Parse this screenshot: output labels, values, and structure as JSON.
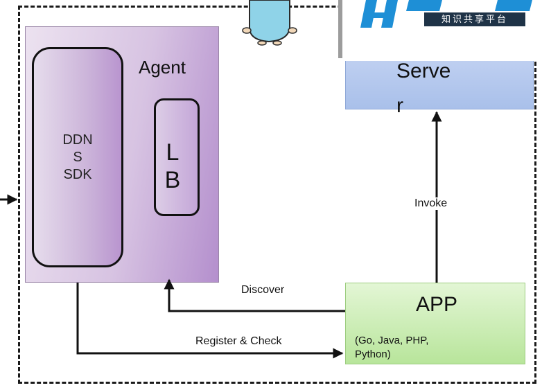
{
  "agent": {
    "title": "Agent",
    "sdk_label": "DDN\nS\nSDK",
    "lb_label": "L\nB"
  },
  "server": {
    "label": "Serve\nr"
  },
  "app": {
    "title": "APP",
    "languages": "(Go,  Java,  PHP,\nPython)"
  },
  "arrows": {
    "discover": "Discover",
    "register_check": "Register & Check",
    "invoke": "Invoke"
  },
  "logo": {
    "caption": "知识共享平台"
  },
  "colors": {
    "agent_purple": "#b48fcd",
    "server_blue": "#a9c0ea",
    "app_green": "#b8e59b",
    "logo_blue": "#1e8fd6"
  }
}
